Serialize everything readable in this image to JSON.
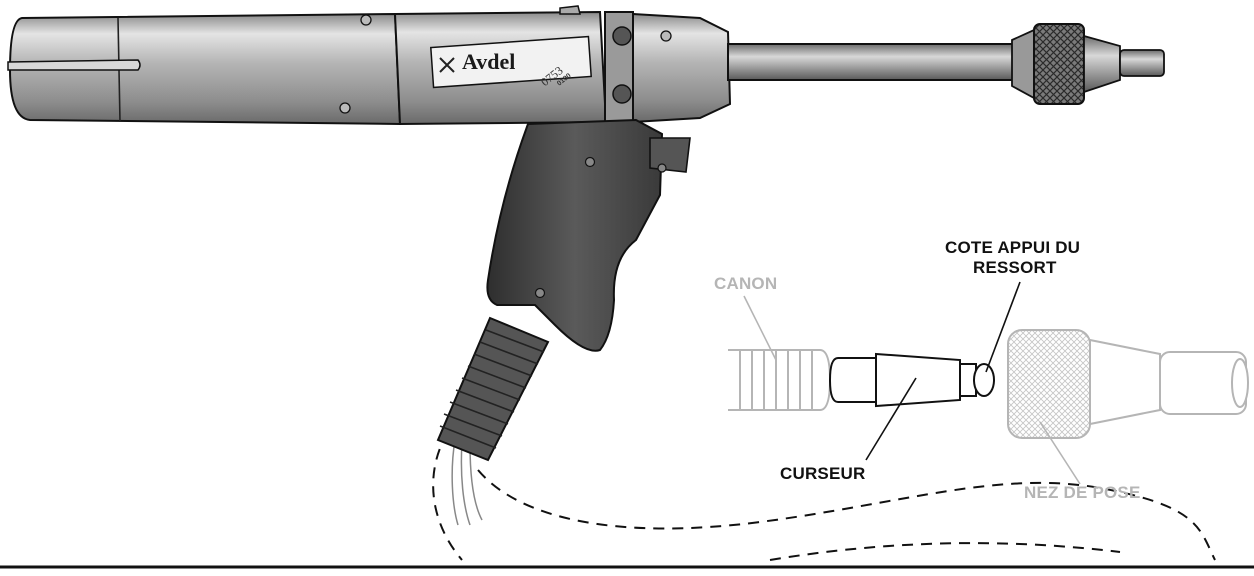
{
  "tool": {
    "brand": "Avdel",
    "model_number": "0753",
    "model_suffix": "0100"
  },
  "labels": {
    "canon": "CANON",
    "cote_appui_line1": "COTE APPUI DU",
    "cote_appui_line2": "RESSORT",
    "curseur": "CURSEUR",
    "nez_de_pose": "NEZ DE POSE"
  },
  "colors": {
    "callout_dark": "#111111",
    "callout_grey": "#b5b5b5",
    "tool_body": "#9a9a9a",
    "grip": "#444444"
  },
  "icons": [
    "avdel-logo-icon"
  ]
}
